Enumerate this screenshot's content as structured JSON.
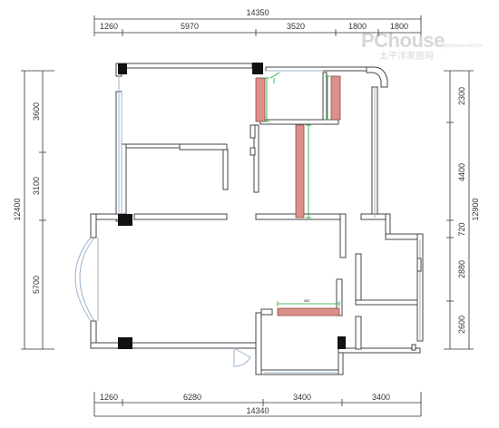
{
  "top": {
    "total": "14350",
    "segments": [
      "1260",
      "5970",
      "3520",
      "1800",
      "1800"
    ]
  },
  "bottom": {
    "total": "14340",
    "segments": [
      "1260",
      "6280",
      "3400",
      "3400"
    ]
  },
  "left": {
    "total": "12400",
    "segments": [
      "3600",
      "3100",
      "5700"
    ]
  },
  "right": {
    "total": "12900",
    "segments": [
      "2300",
      "4400",
      "720",
      "2880",
      "2600"
    ]
  },
  "watermark": {
    "brand": "PChouse",
    "sub": "太平洋家居网",
    "domain": "pchouse.com.cn"
  },
  "notes": {
    "upper": "",
    "lower": "365"
  },
  "colors": {
    "wall": "#444444",
    "window": "#9db4cf",
    "cabinet": "#dd8f8a",
    "dimension_green": "#19a83a"
  }
}
